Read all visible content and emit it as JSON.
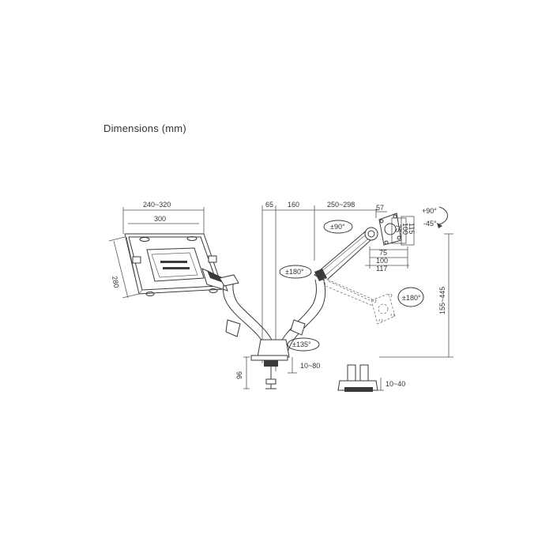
{
  "title": "Dimensions (mm)",
  "dims": {
    "d240_320": "240~320",
    "d300": "300",
    "d280": "280",
    "d65": "65",
    "d160": "160",
    "d250_298": "250~298",
    "d57": "57",
    "d75v": "75",
    "d100v": "100",
    "d115": "115",
    "d75h": "75",
    "d100h": "100",
    "d117": "117",
    "d155_445": "155~445",
    "d96": "96",
    "d10_80": "10~80",
    "d10_40": "10~40"
  },
  "angles": {
    "tilt_up": "+90°",
    "tilt_down": "-45°",
    "rot90": "±90°",
    "rot180_arm": "±180°",
    "rot180_plate": "±180°",
    "rot135": "±135°"
  },
  "colors": {
    "line": "#3a3a3a",
    "text": "#333333",
    "background": "#ffffff"
  }
}
